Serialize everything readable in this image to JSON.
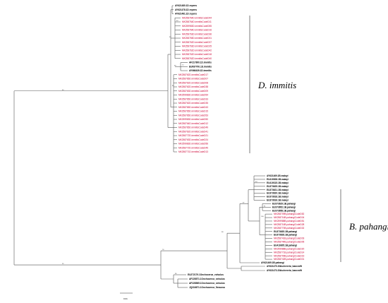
{
  "clades": {
    "immitis_label": "D. immitis",
    "pahangi_label": "B. pahangi"
  },
  "scale_bar_label": "0.01",
  "tree": {
    "immitis_tips": [
      {
        "text": "AY621480.1D.repens",
        "color": "black"
      },
      {
        "text": "AY621478.1D.repens",
        "color": "black"
      },
      {
        "text": "AY621481.1D.repens",
        "color": "black"
      },
      {
        "text": "MK258764D.immitisCodeD44",
        "color": "red"
      },
      {
        "text": "MK258764D.immitisCodeD11",
        "color": "red"
      },
      {
        "text": "MK259983D.immitisCodeD55",
        "color": "red"
      },
      {
        "text": "MK258764D.immitisCodeD16",
        "color": "red"
      },
      {
        "text": "MK258763D.immitisCodeD36",
        "color": "red"
      },
      {
        "text": "MK258765D.immitisCodeD31",
        "color": "red"
      },
      {
        "text": "MK258762D.immitisCodeD37",
        "color": "red"
      },
      {
        "text": "MK258763D.immitisCodeD25",
        "color": "red"
      },
      {
        "text": "MK258762D.immitisCodeD42",
        "color": "red"
      },
      {
        "text": "MK258762D.immitisCodeD18",
        "color": "red"
      },
      {
        "text": "MK258762D.immitisCodeD40",
        "color": "red"
      },
      {
        "text": "AF217800.1D.immitis",
        "color": "black"
      },
      {
        "text": "EU087700.1D.immitis",
        "color": "black"
      },
      {
        "text": "AY066439.1D.immitis",
        "color": "black"
      },
      {
        "text": "MK258762D.immitisCodeD17",
        "color": "red"
      },
      {
        "text": "MK258765D.immitisCodeD07",
        "color": "red"
      },
      {
        "text": "MK258762D.immitisCodeD08",
        "color": "red"
      },
      {
        "text": "MK258762D.immitisCodeD38",
        "color": "red"
      },
      {
        "text": "MK258763D.immitisCodeD09",
        "color": "red"
      },
      {
        "text": "MK259983D.immitisCodeD54",
        "color": "red"
      },
      {
        "text": "MK258765D.immitisCodeD33",
        "color": "red"
      },
      {
        "text": "MK258762D.immitisCodeD35",
        "color": "red"
      },
      {
        "text": "MK258765D.immitisCodeD43",
        "color": "red"
      },
      {
        "text": "MK258765D.immitisCodeD15",
        "color": "red"
      },
      {
        "text": "MK258765D.immitisCodeD53",
        "color": "red"
      },
      {
        "text": "MK259983D.immitisCodeD50",
        "color": "red"
      },
      {
        "text": "MK258764D.immitisCodeD12",
        "color": "red"
      },
      {
        "text": "MK258765D.immitisCodeD49",
        "color": "red"
      },
      {
        "text": "MK258762D.immitisCodeD41",
        "color": "red"
      },
      {
        "text": "MK258772D.immitisCodeD21",
        "color": "red"
      },
      {
        "text": "MK258763D.immitisCodeD24",
        "color": "red"
      },
      {
        "text": "MK259983D.immitisCodeD56",
        "color": "red"
      },
      {
        "text": "MK258772D.immitisCodeD45",
        "color": "red"
      },
      {
        "text": "MK258771D.immitisCodeD13",
        "color": "red"
      }
    ],
    "pahangi_tips": [
      {
        "text": "AY621469.1B.malayi",
        "color": "black"
      },
      {
        "text": "EU419308.1B.malayi",
        "color": "black"
      },
      {
        "text": "EU419315.1B.malayi",
        "color": "black"
      },
      {
        "text": "EU373625.1B.malayi",
        "color": "black"
      },
      {
        "text": "EU373621.1B.malayi",
        "color": "black"
      },
      {
        "text": "EU373620.1B.malayi",
        "color": "black"
      },
      {
        "text": "EU373618.1B.malayi",
        "color": "black"
      },
      {
        "text": "EU373616.1B.malayi",
        "color": "black"
      },
      {
        "text": "EU373629.1B.pahangi",
        "color": "black"
      },
      {
        "text": "EU373652.1B.pahangi",
        "color": "black"
      },
      {
        "text": "EU373658.1B.pahangi",
        "color": "black"
      },
      {
        "text": "MK258709B.pahangiCodeD52",
        "color": "red"
      },
      {
        "text": "MK258716B.pahangiCodeD04",
        "color": "red"
      },
      {
        "text": "MK259988B.pahangiCodeD51",
        "color": "red"
      },
      {
        "text": "MK258716B.pahangiCodeD28",
        "color": "red"
      },
      {
        "text": "MK258770B.pahangiCodeD32",
        "color": "red"
      },
      {
        "text": "EU373635.1B.pahangi",
        "color": "black"
      },
      {
        "text": "EU373628.1B.pahangi",
        "color": "black"
      },
      {
        "text": "MK258741B.pahangiCodeD03",
        "color": "red"
      },
      {
        "text": "MK258744B.pahangiCodeD05",
        "color": "red"
      },
      {
        "text": "EU419305.1B.pahangi",
        "color": "black"
      },
      {
        "text": "MK259988B.pahangiCodeD20",
        "color": "red"
      },
      {
        "text": "MK258771B.pahangiCodeD14",
        "color": "red"
      },
      {
        "text": "MK258709B.pahangiCodeD19",
        "color": "red"
      },
      {
        "text": "MK258742B.pahangiCodeD01",
        "color": "red"
      },
      {
        "text": "AY621469.1B.pahangi",
        "color": "black"
      }
    ],
    "outgroup_tips": [
      {
        "text": "AY621470.1Wuchereria_bancrofti",
        "color": "black"
      },
      {
        "text": "AY621473.1Wuchereria_bancrofti",
        "color": "black"
      },
      {
        "text": "EU272179.1Onchocerca_volvulus",
        "color": "black"
      },
      {
        "text": "AF228571.1Onchocerca_volvulus",
        "color": "black"
      },
      {
        "text": "AF228565.1Onchocerca_volvulus",
        "color": "black"
      },
      {
        "text": "JQ316671.1Onchocerca_flexuosa",
        "color": "black"
      }
    ],
    "node_support": [
      "99",
      "92",
      "84",
      "72",
      "85",
      "68",
      "97",
      "64",
      "100",
      "81",
      "98",
      "96",
      "76",
      "60",
      "55",
      "88"
    ]
  }
}
